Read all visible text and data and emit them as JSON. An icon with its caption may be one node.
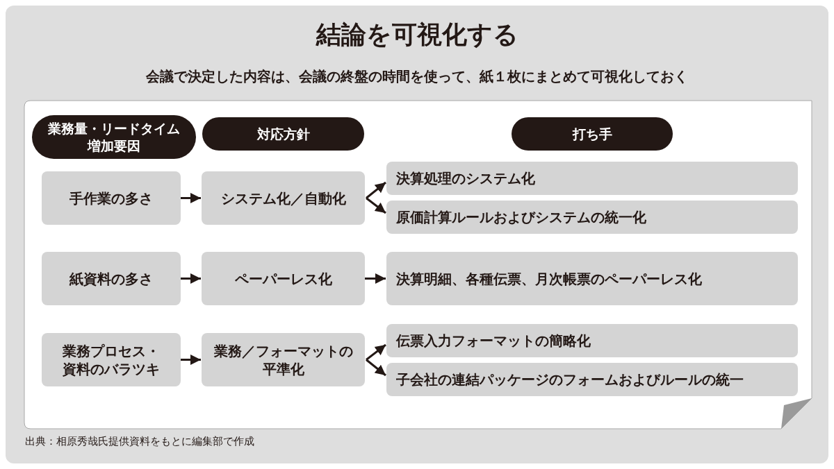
{
  "diagram": {
    "title": "結論を可視化する",
    "nodes": [
      {
        "text": [
          "業務量・リードタイム増加要因"
        ]
      },
      {
        "text": [
          "対応方針"
        ]
      },
      {
        "text": [
          "打ち手"
        ]
      },
      {
        "text": [
          "手作業の多さ"
        ]
      },
      {
        "text": [
          "システム化／自動化"
        ]
      },
      {
        "text": [
          "決算処理のシステム化"
        ]
      },
      {
        "text": [
          "原価計算ルールおよびシステムの統一化"
        ]
      },
      {
        "text": [
          "紙資料の多さ"
        ]
      },
      {
        "text": [
          "ペーパーレス化"
        ]
      },
      {
        "text": [
          "決算明細、各種伝票、月次帳票のペーパーレス化"
        ]
      },
      {
        "text": [
          "業務プロセス・資料のバラツキ"
        ]
      },
      {
        "text": [
          "業務／フォーマットの平準化"
        ]
      },
      {
        "text": [
          "伝票入力フォーマットの簡略化"
        ]
      },
      {
        "text": [
          "子会社の連結パッケージのフォームおよびルールの統一"
        ]
      }
    ],
    "edges": [
      {
        "from": 3,
        "to": 4,
        "arrow": "to"
      },
      {
        "from": 4,
        "to": 5,
        "arrow": "to"
      },
      {
        "from": 4,
        "to": 6,
        "arrow": "to"
      },
      {
        "from": 7,
        "to": 8,
        "arrow": "to"
      },
      {
        "from": 8,
        "to": 9,
        "arrow": "to"
      },
      {
        "from": 10,
        "to": 11,
        "arrow": "to"
      },
      {
        "from": 11,
        "to": 12,
        "arrow": "to"
      },
      {
        "from": 11,
        "to": 13,
        "arrow": "to"
      }
    ],
    "labels": [
      "会議で決定した内容は、会議の終盤の時間を使って、紙１枚にまとめて可視化しておく",
      "出典：相原秀哉氏提供資料をもとに編集部で作成"
    ]
  }
}
